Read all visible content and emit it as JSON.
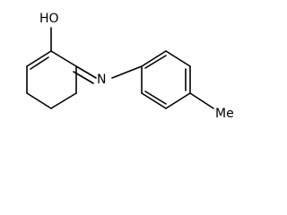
{
  "structure": {
    "atom_labels": {
      "hydroxyl": "HO",
      "imine_nitrogen": "N",
      "methyl": "Me"
    },
    "colors": {
      "bond": "#000000",
      "text": "#000000",
      "background": "#ffffff"
    }
  }
}
